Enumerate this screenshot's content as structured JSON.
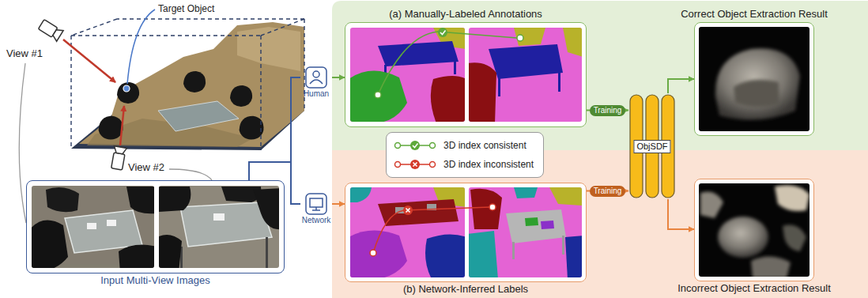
{
  "diagram": {
    "nodes": [
      {
        "text": [
          "Input Multi-View Images"
        ]
      },
      {
        "text": [
          "Human"
        ]
      },
      {
        "text": [
          "Network"
        ]
      },
      {
        "text": [
          "(a) Manually-Labeled Annotations"
        ]
      },
      {
        "text": [
          "(b) Network-Inferred Labels"
        ]
      },
      {
        "text": [
          "ObjSDF"
        ]
      },
      {
        "text": [
          "Correct Object Extraction Result"
        ]
      },
      {
        "text": [
          "Incorrect Object Extraction Result"
        ]
      }
    ],
    "edges": [
      {
        "from": 0,
        "to": 1,
        "arrow": "none"
      },
      {
        "from": 0,
        "to": 2,
        "arrow": "none"
      },
      {
        "from": 1,
        "to": 3,
        "arrow": "to"
      },
      {
        "from": 2,
        "to": 4,
        "arrow": "to"
      },
      {
        "from": 3,
        "to": 5,
        "label": "Training",
        "arrow": "to"
      },
      {
        "from": 4,
        "to": 5,
        "label": "Training",
        "arrow": "to"
      },
      {
        "from": 5,
        "to": 6,
        "arrow": "to"
      },
      {
        "from": 5,
        "to": 7,
        "arrow": "to"
      }
    ],
    "labels": [
      "Target Object",
      "View #1",
      "View #2"
    ],
    "legend": [
      {
        "text": "3D index consistent"
      },
      {
        "text": "3D index inconsistent"
      }
    ]
  }
}
